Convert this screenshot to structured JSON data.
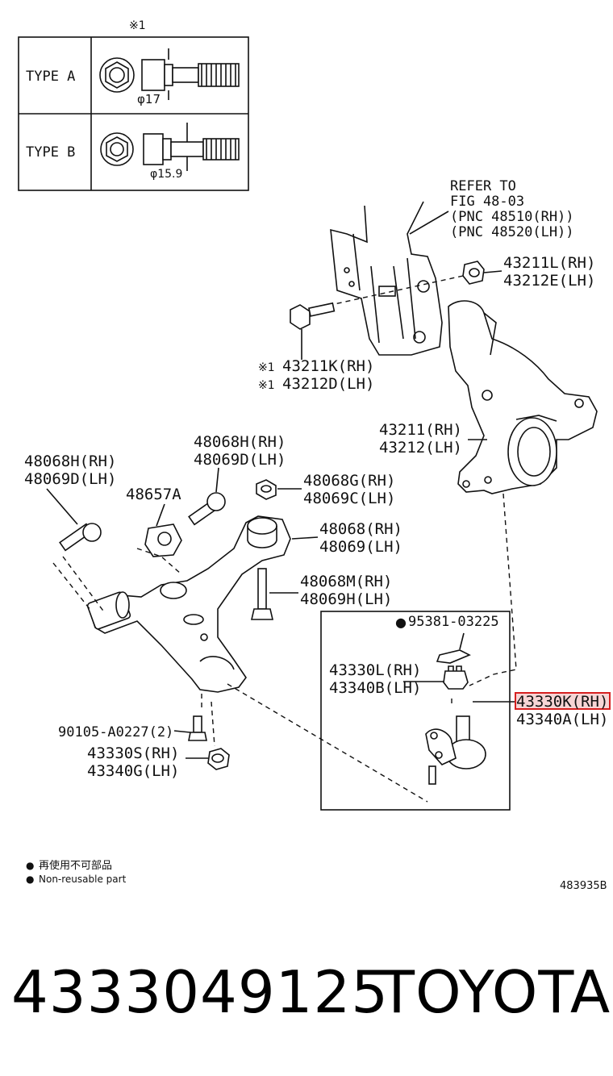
{
  "inset": {
    "ref": "※1",
    "type_a": {
      "label": "TYPE A",
      "dim": "φ17"
    },
    "type_b": {
      "label": "TYPE B",
      "dim": "φ15.9"
    }
  },
  "refer": {
    "line1": "REFER TO",
    "line2": "FIG 48-03",
    "line3": "(PNC 48510(RH))",
    "line4": "(PNC 48520(LH))"
  },
  "parts": {
    "p43211l": {
      "rh": "43211L(RH)",
      "lh": "43212E(LH)"
    },
    "p43211k": {
      "mark": "※1",
      "rh": "43211K(RH)",
      "lh": "43212D(LH)"
    },
    "p43211": {
      "rh": "43211(RH)",
      "lh": "43212(LH)"
    },
    "p48068h_left": {
      "rh": "48068H(RH)",
      "lh": "48069D(LH)"
    },
    "p48068h_mid": {
      "rh": "48068H(RH)",
      "lh": "48069D(LH)"
    },
    "p48657a": {
      "single": "48657A"
    },
    "p48068g": {
      "rh": "48068G(RH)",
      "lh": "48069C(LH)"
    },
    "p48068": {
      "rh": "48068(RH)",
      "lh": "48069(LH)"
    },
    "p48068m": {
      "rh": "48068M(RH)",
      "lh": "48069H(LH)"
    },
    "p95381": {
      "bullet": "●",
      "single": "95381-03225"
    },
    "p43330l": {
      "rh": "43330L(RH)",
      "lh": "43340B(LH)"
    },
    "p43330k": {
      "rh": "43330K(RH)",
      "lh": "43340A(LH)"
    },
    "p90105": {
      "single": "90105-A0227(2)"
    },
    "p43330s": {
      "rh": "43330S(RH)",
      "lh": "43340G(LH)"
    }
  },
  "legend": {
    "bullet": "●",
    "line_ja": "再使用不可部品",
    "line_en": "Non-reusable part"
  },
  "figure_code": "483935B",
  "footer": {
    "part_number": "4333049125",
    "brand": "TOYOTA"
  },
  "highlight_color": "#d62020"
}
